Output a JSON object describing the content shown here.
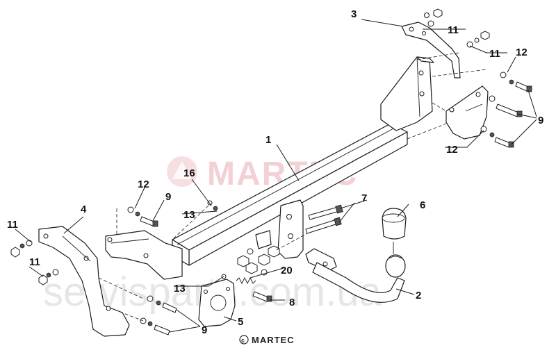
{
  "callouts": {
    "c1": "1",
    "c2": "2",
    "c3": "3",
    "c4": "4",
    "c5": "5",
    "c6": "6",
    "c7": "7",
    "c8": "8",
    "c9_right": "9",
    "c9_left": "9",
    "c9_bottom": "9",
    "c11_top_a": "11",
    "c11_top_b": "11",
    "c11_left_a": "11",
    "c11_left_b": "11",
    "c12_top": "12",
    "c12_right": "12",
    "c12_left": "12",
    "c13_a": "13",
    "c13_b": "13",
    "c16": "16",
    "c20": "20"
  },
  "watermark": {
    "brand": "MARTEC",
    "url": "servisparts.com.ua"
  },
  "footer": {
    "brand": "MARTEC"
  },
  "colors": {
    "line": "#1a1a1a",
    "watermark_brand": "#e8aab0",
    "watermark_url": "#d6d6d6"
  }
}
